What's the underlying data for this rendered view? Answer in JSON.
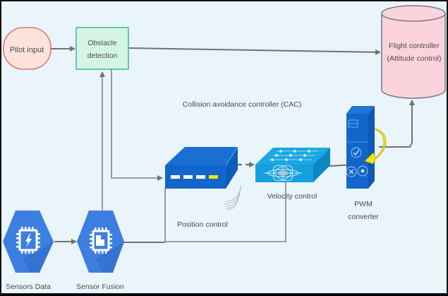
{
  "nodes": {
    "pilot_input": {
      "label": "Pilot input"
    },
    "obstacle_detection": {
      "line1": "Obstacle",
      "line2": "detection"
    },
    "flight_controller": {
      "line1": "Flight controller",
      "line2": "(Attitude control)"
    },
    "cac_title": "Collision avoidance controller (CAC)",
    "position_control": {
      "label": "Position control"
    },
    "velocity_control": {
      "label": "Velocity control"
    },
    "pwm_converter": {
      "line1": "PWM",
      "line2": "converter"
    },
    "sensors_data": {
      "label": "Sensors  Data"
    },
    "sensor_fusion": {
      "label": "Sensor Fusion"
    }
  },
  "edges": [
    {
      "from": "Pilot input",
      "to": "Obstacle detection"
    },
    {
      "from": "Obstacle detection",
      "to": "Flight controller"
    },
    {
      "from": "Obstacle detection",
      "to": "Position control"
    },
    {
      "from": "Sensor Fusion",
      "to": "Obstacle detection"
    },
    {
      "from": "Sensors Data",
      "to": "Sensor Fusion"
    },
    {
      "from": "Sensor Fusion",
      "to": "Position control"
    },
    {
      "from": "Position control",
      "to": "Velocity control",
      "style": "dashed"
    },
    {
      "from": "Velocity control",
      "to": "PWM converter"
    },
    {
      "from": "PWM converter",
      "to": "Flight controller"
    }
  ],
  "colors": {
    "background": "#eaf5fb",
    "pilot_fill": "#fde3dc",
    "pilot_stroke": "#e0736a",
    "obstacle_fill": "#d4f5e6",
    "obstacle_stroke": "#3db39e",
    "cylinder_fill": "#fbd3dd",
    "hex_blue": "#3d7fe0",
    "device_blue": "#1366c9",
    "switch_cyan": "#16a0dd",
    "connector": "#6f7275",
    "accent_yellow": "#f2e600"
  }
}
